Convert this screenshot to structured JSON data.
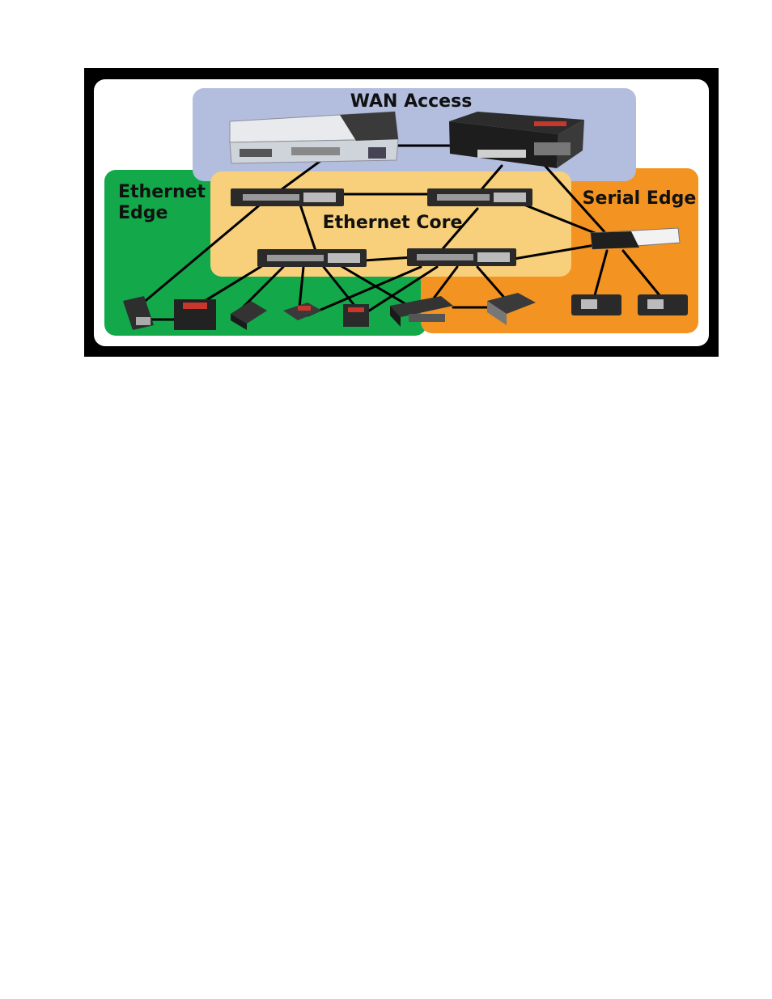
{
  "zones": {
    "wan_access": {
      "label": "WAN Access",
      "color": "#b3bedf"
    },
    "ethernet_edge": {
      "label_line1": "Ethernet",
      "label_line2": "Edge",
      "color": "#13a84a"
    },
    "ethernet_core": {
      "label": "Ethernet Core",
      "color": "#f8cf7a"
    },
    "serial_edge": {
      "label": "Serial Edge",
      "color": "#f39322"
    }
  },
  "colors": {
    "frame": "#000000",
    "inner": "#ffffff",
    "device_dark": "#2b2b2b",
    "device_silver": "#d9dde3",
    "accent_red": "#c8372b"
  },
  "devices": [
    "rack-console-server",
    "wan-router",
    "core-switch-1",
    "core-switch-2",
    "core-switch-3",
    "core-switch-4",
    "serial-console-server",
    "edge-device-1",
    "edge-device-2",
    "edge-device-3",
    "edge-device-4",
    "edge-device-5",
    "edge-device-6",
    "edge-device-7",
    "serial-device-1",
    "serial-device-2"
  ]
}
